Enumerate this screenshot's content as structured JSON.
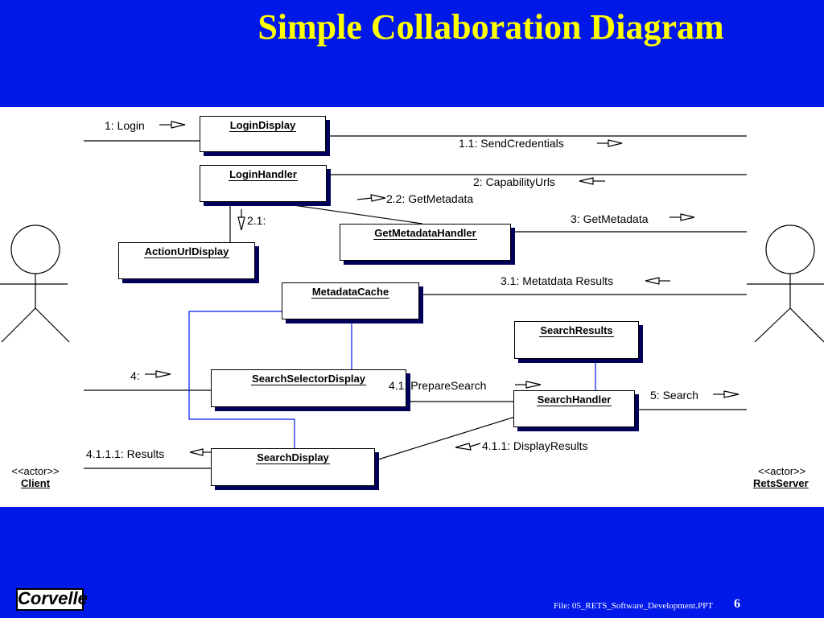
{
  "slide": {
    "title": "Simple Collaboration Diagram",
    "logo_text": "Corvelle",
    "footer_file": "File: 05_RETS_Software_Development.PPT",
    "page_number": "6"
  },
  "objects": {
    "login_display": "LoginDisplay",
    "login_handler": "LoginHandler",
    "action_url_display": "ActionUrlDisplay",
    "get_metadata_handler": "GetMetadataHandler",
    "metadata_cache": "MetadataCache",
    "search_results": "SearchResults",
    "search_selector_display": "SearchSelectorDisplay",
    "search_handler": "SearchHandler",
    "search_display": "SearchDisplay"
  },
  "messages": {
    "m1": "1: Login",
    "m1_1": "1.1: SendCredentials",
    "m2": "2: CapabilityUrls",
    "m2_2": "2.2: GetMetadata",
    "m2_1": "2.1:",
    "m3": "3: GetMetadata",
    "m3_1": "3.1: Metatdata Results",
    "m4": "4:",
    "m4_1": "4.1: PrepareSearch",
    "m5": "5: Search",
    "m4_1_1": "4.1.1: DisplayResults",
    "m4_1_1_1": "4.1.1.1: Results"
  },
  "actors": {
    "client_stereotype": "<<actor>>",
    "client_name": "Client",
    "server_stereotype": "<<actor>>",
    "server_name": "RetsServer"
  }
}
